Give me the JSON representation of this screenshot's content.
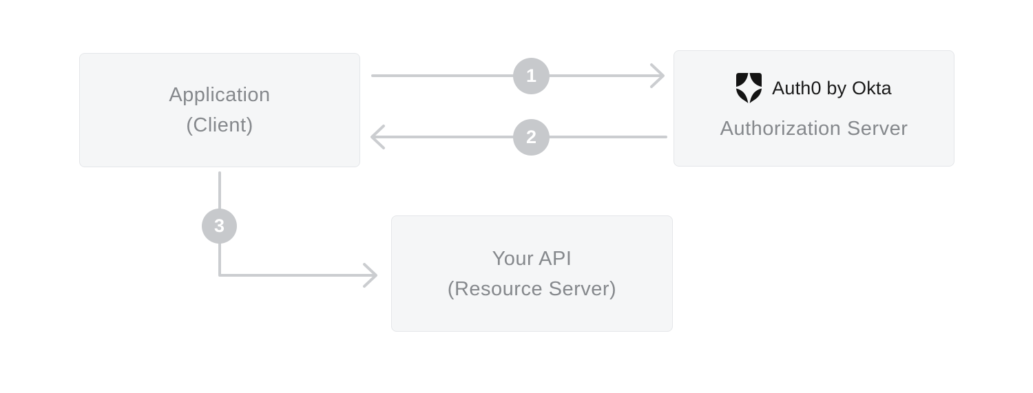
{
  "diagram": {
    "title_implied": "OAuth client credentials flow",
    "nodes": {
      "application": {
        "title": "Application",
        "subtitle": "(Client)"
      },
      "auth_server": {
        "brand": "Auth0 by Okta",
        "label": "Authorization Server",
        "logo_icon": "auth0-shield-icon"
      },
      "api": {
        "title": "Your API",
        "subtitle": "(Resource Server)"
      }
    },
    "steps": [
      {
        "number": "1",
        "from": "application",
        "to": "auth_server",
        "direction": "right"
      },
      {
        "number": "2",
        "from": "auth_server",
        "to": "application",
        "direction": "left"
      },
      {
        "number": "3",
        "from": "application",
        "to": "api",
        "direction": "down-then-right"
      }
    ],
    "colors": {
      "canvas_bg": "#ffffff",
      "box_bg": "#f5f6f7",
      "box_border": "#e4e6e9",
      "box_text": "#85888c",
      "arrow": "#cbcdd0",
      "step_circle": "#c7c9cc",
      "step_number": "#ffffff",
      "brand_text": "#191919",
      "logo": "#131313"
    }
  }
}
